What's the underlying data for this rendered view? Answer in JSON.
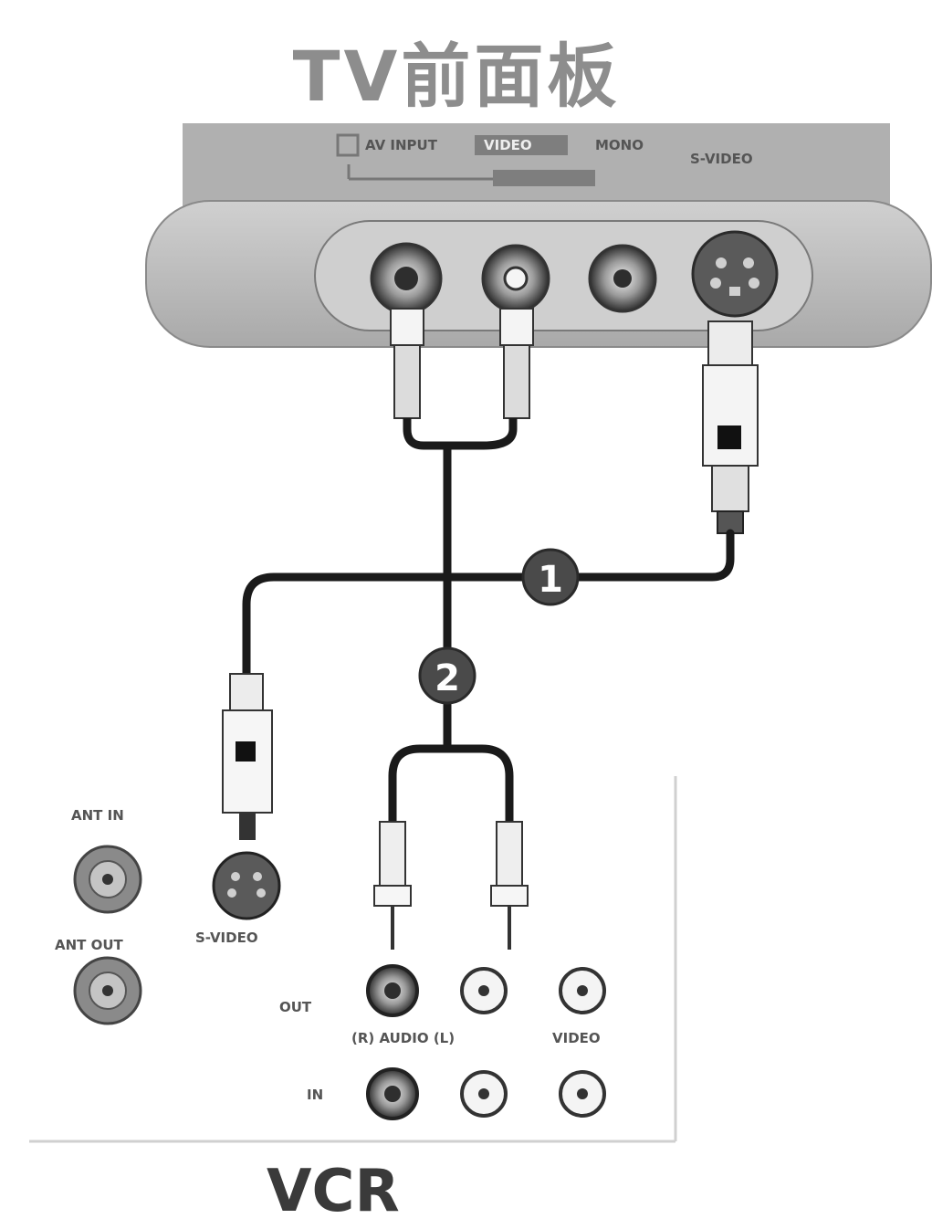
{
  "tv": {
    "title": "TV前面板",
    "panel_labels": {
      "av_input": "AV INPUT",
      "composite": "VIDEO",
      "mode": "MONO",
      "s_video": "S-VIDEO"
    }
  },
  "vcr": {
    "title": "VCR",
    "labels": {
      "ant_in": "ANT IN",
      "ant_out": "ANT OUT",
      "s_video": "S-VIDEO",
      "out_row": "OUT",
      "in_row": "IN",
      "audio": "(R) AUDIO (L)",
      "video": "VIDEO"
    }
  },
  "callouts": [
    "1",
    "2"
  ],
  "colors": {
    "tv_body": "#bdbdbd",
    "tv_top": "#a6a6a6",
    "cable": "#1a1a1a",
    "callout_fill": "#4a4a4a",
    "title_gray": "#8d8d8d"
  }
}
